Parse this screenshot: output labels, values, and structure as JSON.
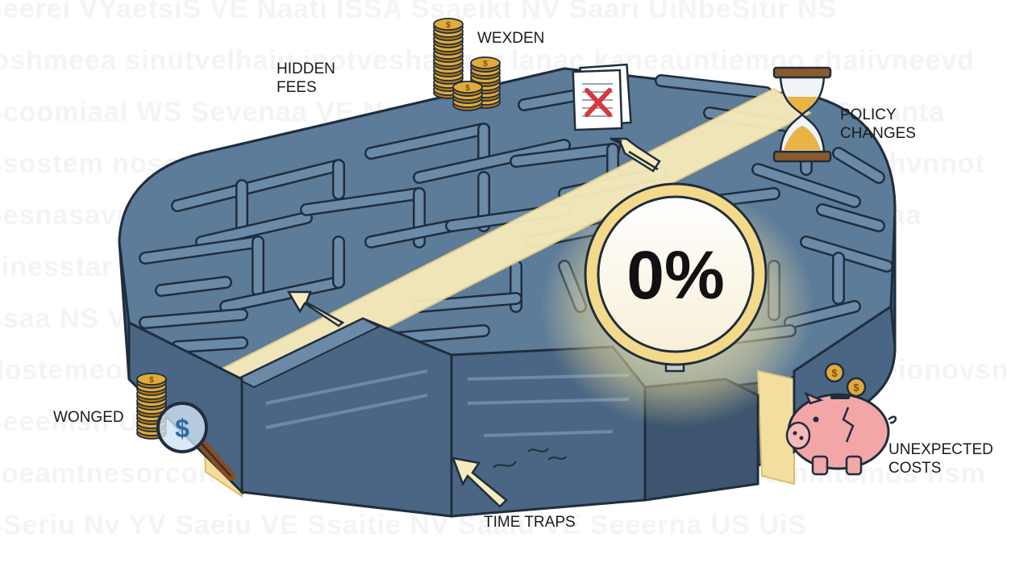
{
  "background": {
    "lines": [
      "Seerei  VYaetsiS  VE Naati  ISSA  Ssaeikt  NV Saari  UiNbeSitir  NS",
      "loshmeea sinutvelhaiu  inotveshamrer lanac  kaneauntiemoo  rhaiivneevd",
      "Scoomiaal  WS Sevenaa  VE Naaiita  VVE  Sasrasie  UV Saari  VS Sevanta",
      "Ssostem noscuimtanl  inotvesnehmas  anmaotem  Sisaemi  nosmeohvnnot",
      "Sesnasavm  Scaraiinn  VE Naata  VY  Sasaertie  NV Saata  NS Sevaanaa",
      "ninesstar nlaanmeninoo  Nisonoorrteonr  nhanerco  nlhanenlmeoo",
      "Ssaa  NS  Vv  Rt Sesita  YY  Saccecsui  Noss  YY  Seirs  WS  VB",
      "Nostemeomstaa  narotemsseo  Vrcenraweesi  nmnseotasaonm  aeneionovsn",
      "Seeemsn  US  Vv  FE Saaitn  WV Sasrsea  VV  Sasecuh  VY  Saaritsi",
      "noeamtnesorcon  Namsnneonminos  hairansoaeemmmes  ainmtemos  nsm",
      "SSeriu  Nv  YV  Saeiu  VE  Ssaitie  NV Saaiu  VE Seeerna  US  UiS"
    ]
  },
  "labels": {
    "hidden_fees": [
      "HIDDEN",
      "FEES"
    ],
    "wexden": "WEXDEN",
    "policy_changes": [
      "POLICY",
      "CHANGES"
    ],
    "wonged": "WONGED",
    "time_traps": "TIME TRAPS",
    "unexpected_costs": [
      "UNEXPECTED",
      "COSTS"
    ]
  },
  "magnifier_value": "0%",
  "colors": {
    "wall_top": "#6b8aa8",
    "wall_side": "#3d556f",
    "wall_front": "#4a6684",
    "outline": "#1f2d3d",
    "path": "#f8ebbb",
    "coin": "#e0ab3c",
    "coin_dark": "#b37a1a",
    "piggy": "#f2a6a6",
    "sand": "#e9b446",
    "error_red": "#d9363e"
  },
  "icons": [
    "coin-stack-icon",
    "document-x-icon",
    "hourglass-icon",
    "magnifier-dollar-icon",
    "piggy-bank-icon",
    "arrow-icon",
    "magnifying-glass-icon"
  ]
}
